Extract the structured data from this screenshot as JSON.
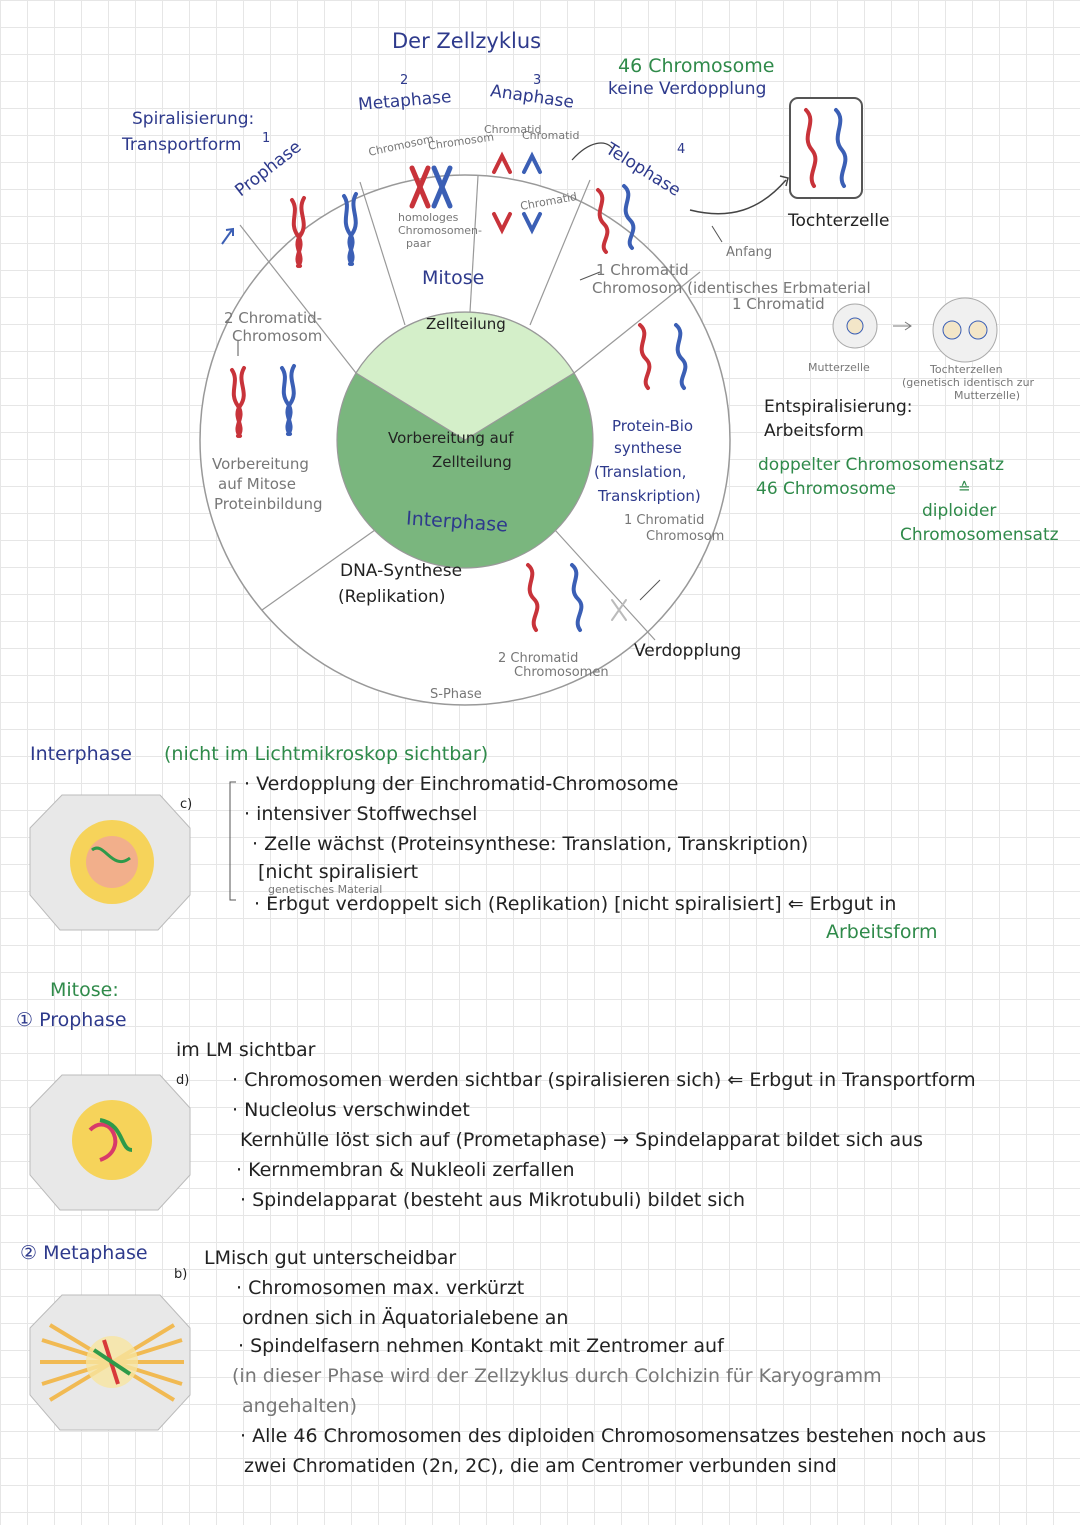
{
  "diagram": {
    "title": "Der Zellzyklus",
    "spiral_label": "Spiralisierung:",
    "spiral_sub": "Transportform",
    "num1": "1",
    "num2": "2",
    "num3": "3",
    "num4": "4",
    "prophase": "Prophase",
    "metaphase": "Metaphase",
    "anaphase": "Anaphase",
    "telophase": "Telophase",
    "no_dup_1": "46 Chromosome",
    "no_dup_2": "keine Verdopplung",
    "daughter_cell": "Tochterzelle",
    "chromosom_a": "Chromosom",
    "chromosom_b": "Chromosom",
    "chromatid_a": "Chromatid",
    "chromatid_b": "Chromatid",
    "chromatid_c": "Chromatid",
    "homolog_1": "homologes",
    "homolog_2": "Chromosomen-",
    "homolog_3": "paar",
    "mitose": "Mitose",
    "zellteilung": "Zellteilung",
    "anfang": "Anfang",
    "one_chromatid_1": "1 Chromatid",
    "one_chromatid_2": "Chromosom (identisches Erbmaterial",
    "one_chromatid_3": "1 Chromatid",
    "two_chromatid_1": "2 Chromatid-",
    "two_chromatid_2": "Chromosom",
    "vorbereitung_1": "Vorbereitung",
    "vorbereitung_2": "auf Mitose",
    "vorbereitung_3": "Proteinbildung",
    "interphase_center_1": "Vorbereitung auf",
    "interphase_center_2": "Zellteilung",
    "interphase_label": "Interphase",
    "protein_1": "Protein-Bio",
    "protein_2": "synthese",
    "protein_3": "(Translation,",
    "protein_4": "Transkription)",
    "protein_5": "1 Chromatid",
    "protein_6": "Chromosom",
    "mutterzelle": "Mutterzelle",
    "tochterzellen_1": "Tochterzellen",
    "tochterzellen_2": "(genetisch identisch zur",
    "tochterzellen_3": "Mutterzelle)",
    "entspiral_1": "Entspiralisierung:",
    "entspiral_2": "Arbeitsform",
    "doppelt_1": "doppelter Chromosomensatz",
    "doppelt_2": "46 Chromosome",
    "arrow_eq": "≙",
    "diploid_1": "diploider",
    "diploid_2": "Chromosomensatz",
    "dna_1": "DNA-Synthese",
    "dna_2": "(Replikation)",
    "two_chromatid_3": "2 Chromatid",
    "two_chromatid_4": "Chromosomen",
    "verdopplung": "Verdopplung",
    "sphase": "S-Phase"
  },
  "notes": {
    "interphase_head": "Interphase",
    "interphase_sub": "(nicht im Lichtmikroskop sichtbar)",
    "interphase_c": "c)",
    "interphase_items": [
      "· Verdopplung der Einchromatid-Chromosome",
      "· intensiver Stoffwechsel",
      "· Zelle wächst (Proteinsynthese: Translation, Transkription)",
      "[nicht spiralisiert",
      "genetisches Material",
      "· Erbgut verdoppelt sich (Replikation) [nicht spiralisiert] ⇐ Erbgut in",
      "Arbeitsform"
    ],
    "mitose_head": "Mitose:",
    "prophase_head": "① Prophase",
    "prophase_d": "d)",
    "prophase_sub": "im LM sichtbar",
    "prophase_items": [
      "· Chromosomen werden sichtbar (spiralisieren sich) ⇐ Erbgut in Transportform",
      "· Nucleolus verschwindet",
      "Kernhülle löst sich auf (Prometaphase) → Spindelapparat bildet sich aus",
      "· Kernmembran & Nukleoli zerfallen",
      "· Spindelapparat (besteht aus Mikrotubuli) bildet sich"
    ],
    "metaphase_head": "② Metaphase",
    "metaphase_b": "b)",
    "metaphase_sub": "LMisch gut unterscheidbar",
    "metaphase_items": [
      "· Chromosomen max. verkürzt",
      "ordnen sich in Äquatorialebene an",
      "· Spindelfasern nehmen Kontakt mit Zentromer auf",
      "(in dieser Phase wird der Zellzyklus durch Colchizin für Karyogramm",
      "angehalten)",
      "· Alle 46 Chromosomen des diploiden Chromosomensatzes bestehen noch aus",
      "zwei Chromatiden (2n, 2C), die am Centromer verbunden sind"
    ]
  },
  "colors": {
    "navy": "#2e3a8c",
    "green": "#2f8a4a",
    "red": "#c8333a",
    "blue": "#3b5fb5",
    "interphase_fill": "#7ab67e",
    "mitose_fill": "#d4efc9"
  }
}
